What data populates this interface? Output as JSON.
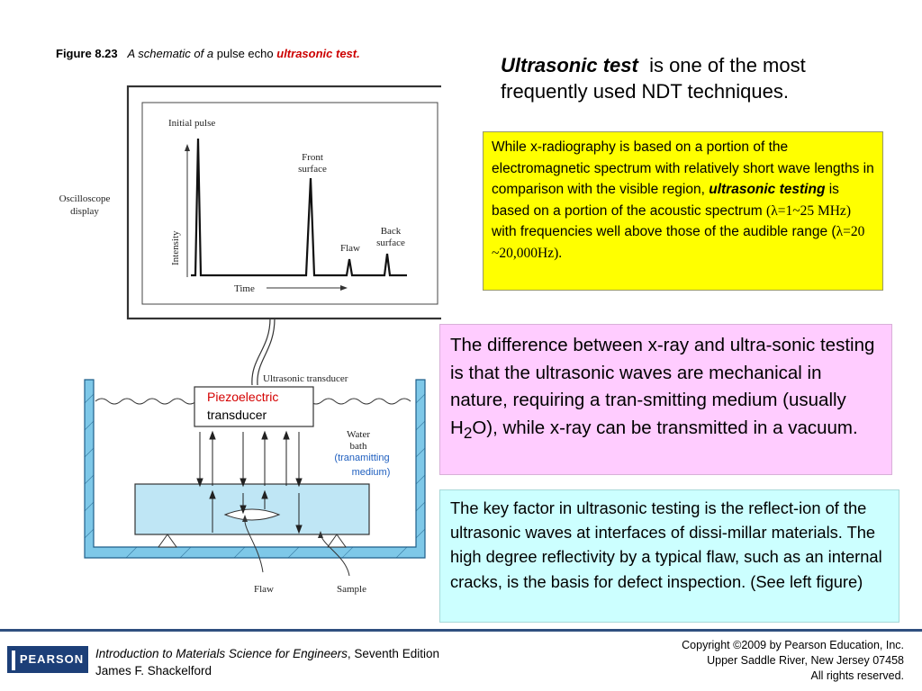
{
  "caption": {
    "figure_no": "Figure 8.23",
    "italic_part": "A schematic of a",
    "plain_part": "pulse echo",
    "red_part": "ultrasonic test."
  },
  "headline": {
    "emphasis": "Ultrasonic test",
    "rest": "is one of the most frequently used NDT techniques."
  },
  "yellow_box": {
    "part1": "While x-radiography is based on a portion of the electromagnetic spectrum  with relatively short wave lengths in comparison with the visible region,",
    "emphasis": "ultrasonic  testing",
    "part2": "is based on a portion of the acoustic spectrum",
    "range1": "(λ=1~25 MHz)",
    "part3": "with frequencies well above those of the audible range (",
    "range2": "λ=20 ~20,000Hz).",
    "colors": {
      "background": "#ffff00"
    }
  },
  "pink_box": {
    "part1": "The difference between x-ray and ultra-sonic testing is that the ultrasonic waves are mechanical in nature, requiring a tran-smitting medium (usually H",
    "subscript": "2",
    "part2": "O), while x-ray can be transmitted in a vacuum.",
    "colors": {
      "background": "#ffccff"
    }
  },
  "cyan_box": {
    "text": "The key factor in ultrasonic testing is the reflect-ion of the ultrasonic waves at interfaces of dissi-millar materials. The high degree reflectivity by a typical flaw, such as an internal cracks, is the basis for defect inspection. (See left figure)",
    "colors": {
      "background": "#ccffff"
    }
  },
  "diagram": {
    "oscilloscope_label_line1": "Oscilloscope",
    "oscilloscope_label_line2": "display",
    "initial_pulse": "Initial pulse",
    "front_surface_line1": "Front",
    "front_surface_line2": "surface",
    "flaw_peak": "Flaw",
    "back_surface_line1": "Back",
    "back_surface_line2": "surface",
    "intensity": "Intensity",
    "time": "Time",
    "transducer_label": "Ultrasonic transducer",
    "piezo_red": "Piezoelectric",
    "piezo_black": "transducer",
    "water_bath_line1": "Water",
    "water_bath_line2": "bath",
    "transmitting_line1": "(tranamitting",
    "transmitting_line2": "medium)",
    "flaw_label": "Flaw",
    "sample_label": "Sample",
    "colors": {
      "sample": "#bfe6f5",
      "tank": "#7ec8e8",
      "blue_text": "#1f5fbf",
      "red_text": "#d40000"
    }
  },
  "footer": {
    "logo_text": "PEARSON",
    "book_title": "Introduction to Materials Science for Engineers",
    "edition": ", Seventh Edition",
    "author": "James F. Shackelford",
    "copyright_line1": "Copyright ©2009 by Pearson Education, Inc.",
    "copyright_line2": "Upper Saddle River, New Jersey 07458",
    "copyright_line3": "All rights reserved."
  }
}
